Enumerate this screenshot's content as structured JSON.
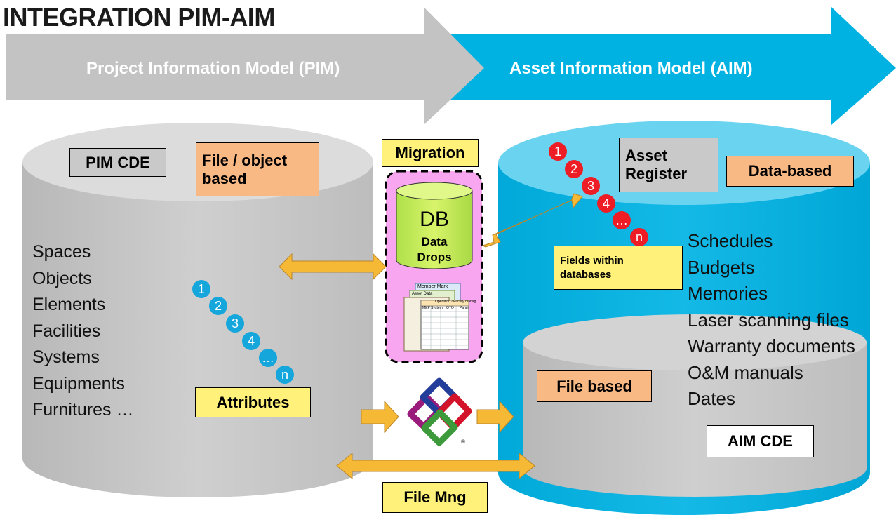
{
  "title": "INTEGRATION PIM-AIM",
  "banners": {
    "pim": "Project Information Model (PIM)",
    "aim": "Asset Information Model (AIM)"
  },
  "pim": {
    "cde_label": "PIM CDE",
    "basis_label": "File / object based",
    "items": [
      "Spaces",
      "Objects",
      "Elements",
      "Facilities",
      "Systems",
      "Equipments",
      "Furnitures …"
    ],
    "attributes_label": "Attributes",
    "sequence": [
      "1",
      "2",
      "3",
      "4",
      "…",
      "n"
    ]
  },
  "migration": {
    "label": "Migration",
    "db_title": "DB",
    "db_sub": "Data Drops",
    "sheet_labels": [
      "Member Mark",
      "Asset Data",
      "Operation / Facility manag",
      "MEP System",
      "QTO",
      "Paran"
    ]
  },
  "aim": {
    "register_label": "Asset Register",
    "basis_label": "Data-based",
    "fields_label": "Fields within databases",
    "sequence": [
      "1",
      "2",
      "3",
      "4",
      "…",
      "n"
    ],
    "items": [
      "Schedules",
      "Budgets",
      "Memories",
      "Laser scanning files",
      "Warranty documents",
      "O&M manuals",
      "Dates"
    ],
    "file_based_label": "File based",
    "cde_label": "AIM CDE"
  },
  "file_mng_label": "File Mng",
  "ifc_logo_icon": "ifc-logo-icon",
  "colors": {
    "pim_grey": "#c8c8c8",
    "aim_blue": "#00b2e2",
    "orange_box": "#f9b985",
    "yellow_box": "#fff17a",
    "arrow_orange": "#f6b936",
    "seq_red": "#ee1c24",
    "seq_blue": "#15a6dc",
    "migration_pink": "#f7a6ef"
  }
}
